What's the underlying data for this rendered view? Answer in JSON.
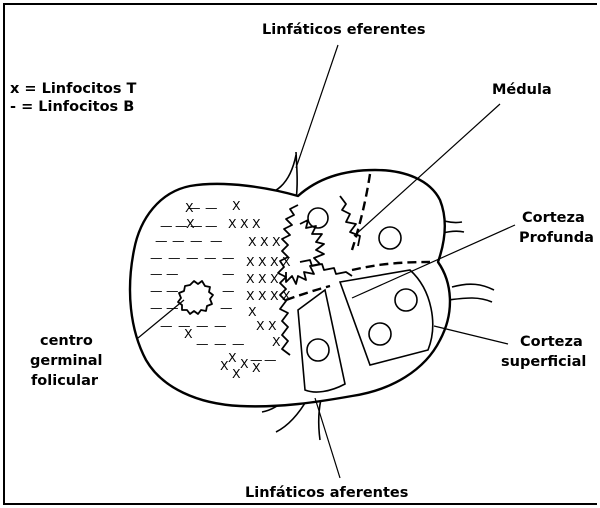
{
  "legend": {
    "t_line": "x = Linfocitos T",
    "b_line": "- = Linfocitos B"
  },
  "labels": {
    "efferent": "Linfáticos eferentes",
    "afferent": "Linfáticos aferentes",
    "medulla": "Médula",
    "deep_cortex_1": "Corteza",
    "deep_cortex_2": "Profunda",
    "superficial_cortex_1": "Corteza",
    "superficial_cortex_2": "superficial",
    "germinal_1": "centro",
    "germinal_2": "germinal",
    "germinal_3": "folicular"
  },
  "markers": {
    "t_mark": "X",
    "b_mark": "—"
  }
}
